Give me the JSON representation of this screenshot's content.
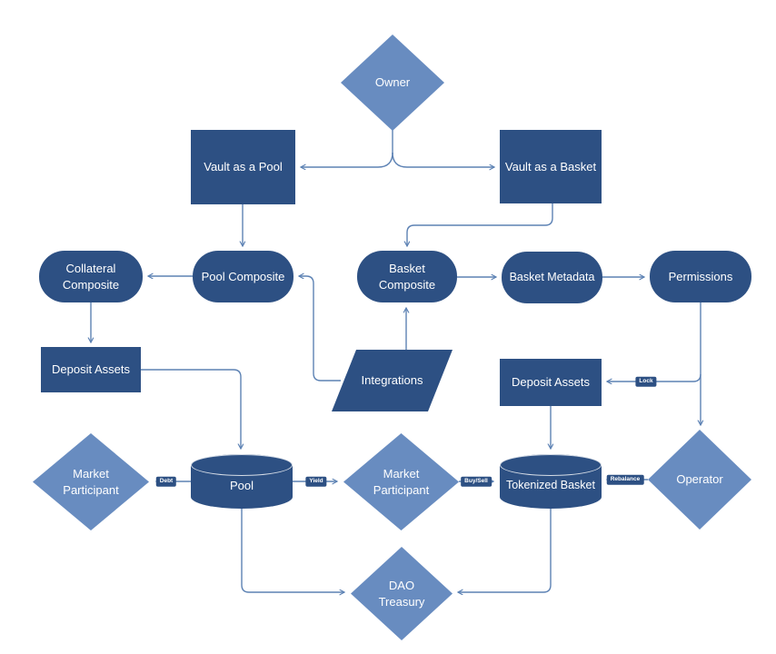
{
  "diagram": {
    "title_hint": "Vault architecture flowchart",
    "colors": {
      "background": "#ffffff",
      "shape_dark": "#2d5083",
      "shape_light": "#688cc0",
      "connector": "#5d82b4",
      "text": "#ffffff"
    },
    "nodes": {
      "owner": {
        "label": "Owner",
        "shape": "diamond"
      },
      "vault_pool": {
        "label": "Vault as a Pool",
        "shape": "rectangle"
      },
      "vault_basket": {
        "label": "Vault as a Basket",
        "shape": "rectangle"
      },
      "collateral_composite": {
        "label": "Collateral Composite",
        "shape": "rounded"
      },
      "pool_composite": {
        "label": "Pool Composite",
        "shape": "rounded"
      },
      "basket_composite": {
        "label": "Basket Composite",
        "shape": "rounded"
      },
      "basket_metadata": {
        "label": "Basket Metadata",
        "shape": "rounded"
      },
      "permissions": {
        "label": "Permissions",
        "shape": "rounded"
      },
      "deposit_assets_left": {
        "label": "Deposit Assets",
        "shape": "rectangle"
      },
      "integrations": {
        "label": "Integrations",
        "shape": "parallelogram"
      },
      "deposit_assets_right": {
        "label": "Deposit Assets",
        "shape": "rectangle"
      },
      "market_participant_left": {
        "label": "Market Participant",
        "shape": "diamond"
      },
      "pool": {
        "label": "Pool",
        "shape": "cylinder"
      },
      "market_participant_center": {
        "label": "Market Participant",
        "shape": "diamond"
      },
      "tokenized_basket": {
        "label": "Tokenized Basket",
        "shape": "cylinder"
      },
      "operator": {
        "label": "Operator",
        "shape": "diamond"
      },
      "dao_treasury": {
        "label": "DAO Treasury",
        "shape": "diamond"
      }
    },
    "edge_labels": {
      "debt": "Debt",
      "yield": "Yield",
      "buy_sell": "Buy/Sell",
      "rebalance": "Rebalance",
      "lock": "Lock"
    },
    "edges": [
      {
        "from": "owner",
        "to": "vault_pool"
      },
      {
        "from": "owner",
        "to": "vault_basket"
      },
      {
        "from": "vault_pool",
        "to": "pool_composite"
      },
      {
        "from": "vault_basket",
        "to": "basket_composite"
      },
      {
        "from": "pool_composite",
        "to": "collateral_composite"
      },
      {
        "from": "basket_composite",
        "to": "basket_metadata"
      },
      {
        "from": "basket_metadata",
        "to": "permissions"
      },
      {
        "from": "collateral_composite",
        "to": "deposit_assets_left"
      },
      {
        "from": "integrations",
        "to": "pool_composite"
      },
      {
        "from": "integrations",
        "to": "basket_composite"
      },
      {
        "from": "deposit_assets_left",
        "to": "pool"
      },
      {
        "from": "permissions",
        "to": "deposit_assets_right",
        "label": "Lock"
      },
      {
        "from": "permissions",
        "to": "operator"
      },
      {
        "from": "deposit_assets_right",
        "to": "tokenized_basket"
      },
      {
        "from": "pool",
        "to": "market_participant_left",
        "label": "Debt"
      },
      {
        "from": "pool",
        "to": "market_participant_center",
        "label": "Yield"
      },
      {
        "from": "market_participant_center",
        "to": "tokenized_basket",
        "label": "Buy/Sell"
      },
      {
        "from": "operator",
        "to": "tokenized_basket",
        "label": "Rebalance"
      },
      {
        "from": "pool",
        "to": "dao_treasury"
      },
      {
        "from": "tokenized_basket",
        "to": "dao_treasury"
      }
    ]
  }
}
